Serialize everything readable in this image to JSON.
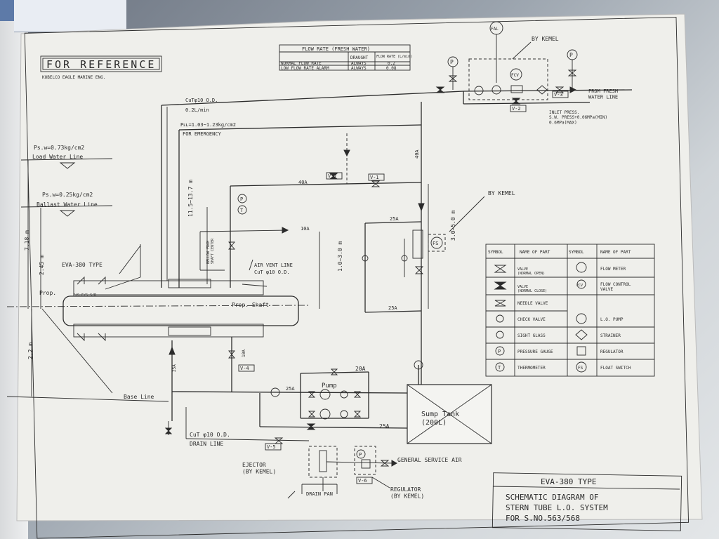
{
  "stamp": "FOR REFERENCE",
  "company": "KOBELCO EAGLE MARINE ENG.",
  "flow_table": {
    "title": "FLOW RATE (FRESH WATER)",
    "headers": [
      "",
      "DRAUGHT",
      "FLOW RATE (L/min)"
    ],
    "rows": [
      [
        "NORMAL FLOW RATE",
        "ALWAYS",
        "0.2"
      ],
      [
        "LOW FLOW RATE ALARM",
        "ALWAYS",
        "0.08"
      ]
    ]
  },
  "labels": {
    "fal": "FAL",
    "by_kemel_top": "BY KEMEL",
    "by_kemel_mid": "BY KEMEL",
    "from_fresh_water": "FROM FRESH\nWATER LINE",
    "inlet_press": "INLET PRESS.\nS.W. PRESS+0.06MPa(MIN)\n0.6MPa(MAX)",
    "cut10_top": "CuTφ10 O.D.",
    "flow_02": "0.2L/min",
    "pel": "Pᴇʟ=1.03~1.23kg/cm2",
    "for_emergency": "FOR EMERGENCY",
    "ps_load": "Ps.w=0.73kg/cm2",
    "load_water_line": "Load Water Line",
    "ps_ballast": "Ps.w=0.25kg/cm2",
    "ballast_water_line": "Ballast Water Line",
    "dim_718": "7.18 m",
    "dim_245": "2.45 m",
    "dim_22": "2.2 m",
    "dim_115": "11.5~13.7 m",
    "dim_10_30": "1.0~3.0 m",
    "dim_30_50": "3.0~5.0 m",
    "eva_type_lbl": "EVA-380 TYPE",
    "prop": "Prop.",
    "prop_shaft": "Prop. Shaft",
    "base_line": "Base Line",
    "seal_marks": "F/S  F/S  S/R",
    "bellow_from": "BELLOW FROM\nSHAFT CENTER",
    "air_vent": "AIR VENT LINE",
    "cut10_air": "CuT φ10 O.D.",
    "size_40a_a": "40A",
    "size_40a_b": "40A",
    "size_25a_a": "25A",
    "size_25a_b": "25A",
    "size_25a_c": "25A",
    "size_25a_d": "25A",
    "size_25a_e": "25A",
    "size_10a_a": "10A",
    "size_10a_b": "10A",
    "size_20a": "20A",
    "pump": "Pump",
    "sump_tank": "Sump Tank\n(200L)",
    "v1": "V-1",
    "v2": "V-2",
    "v3": "V-3",
    "v4": "V-4",
    "v5": "V-5",
    "v6": "V-6",
    "v7": "V-7",
    "cut10_drain": "CuT φ10 O.D.",
    "drain_line": "DRAIN LINE",
    "ejector": "EJECTOR\n(BY KEMEL)",
    "drain_pan": "DRAIN PAN",
    "regulator": "REGULATOR\n(BY KEMEL)",
    "general_service_air": "GENERAL SERVICE AIR",
    "fcv": "FCV",
    "fs": "FS",
    "p": "P",
    "t": "T"
  },
  "legend": {
    "headers": [
      "SYMBOL",
      "NAME OF PART",
      "SYMBOL",
      "NAME OF PART"
    ],
    "rows": [
      [
        "VALVE\n(NORMAL OPEN)",
        "FLOW METER"
      ],
      [
        "VALVE\n(NORMAL CLOSE)",
        "FLOW CONTROL\nVALVE"
      ],
      [
        "NEEDLE VALVE",
        ""
      ],
      [
        "CHECK VALVE",
        "L.O. PUMP"
      ],
      [
        "SIGHT GLASS",
        "STRAINER"
      ],
      [
        "PRESSURE GAUGE",
        "REGULATOR"
      ],
      [
        "THERMOMETER",
        "FLOAT SWITCH"
      ]
    ]
  },
  "title_block": {
    "type": "EVA-380 TYPE",
    "line1": "SCHEMATIC DIAGRAM OF",
    "line2": "STERN TUBE L.O. SYSTEM",
    "line3": "FOR S.NO.563/568"
  }
}
